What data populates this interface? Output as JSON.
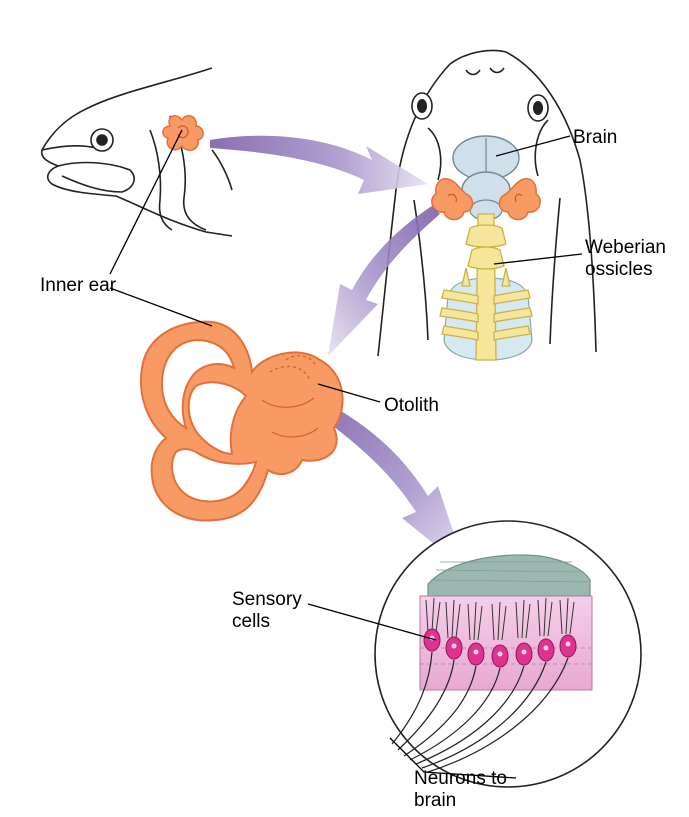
{
  "labels": {
    "inner_ear": "Inner ear",
    "brain": "Brain",
    "weberian_line1": "Weberian",
    "weberian_line2": "ossicles",
    "otolith": "Otolith",
    "sensory_line1": "Sensory",
    "sensory_line2": "cells",
    "neurons_line1": "Neurons to",
    "neurons_line2": "brain"
  },
  "colors": {
    "ear_orange": "#f79a64",
    "ear_outline": "#e2703a",
    "brain_blue": "#cfe0ea",
    "ossicle_yellow": "#f6e69a",
    "arrow_purple": "#9a80c2",
    "otolith_green": "#9bb8b0",
    "cell_pink": "#f1c0df",
    "nucleus_magenta": "#e0338f"
  }
}
